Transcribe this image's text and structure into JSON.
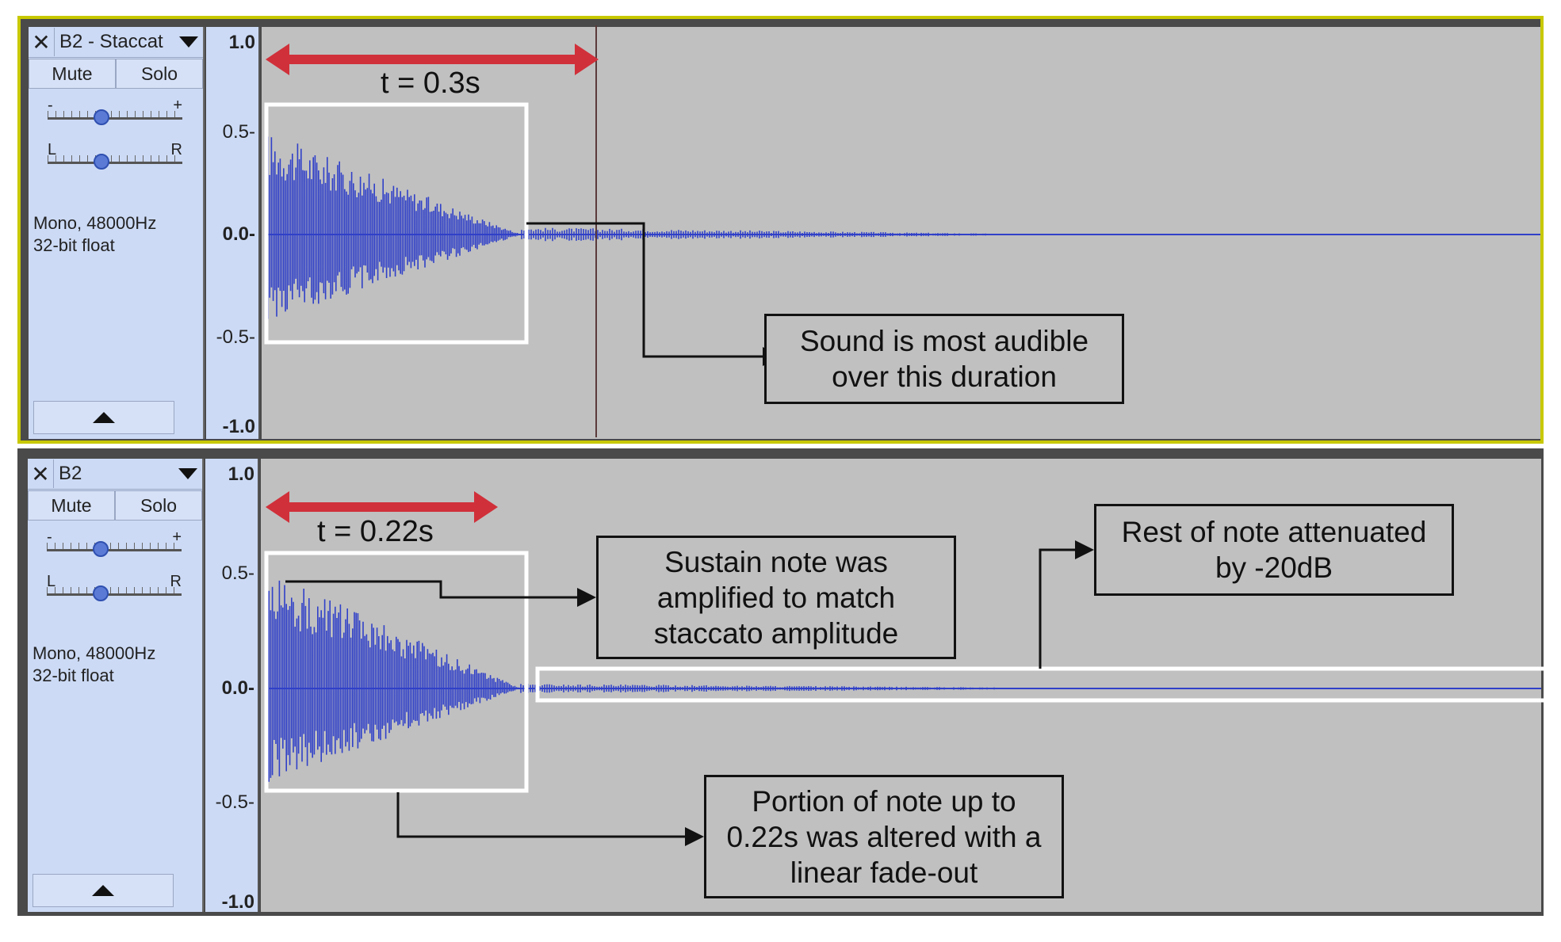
{
  "tracks": [
    {
      "name": "B2 - Staccat",
      "close_glyph": "✕",
      "mute_label": "Mute",
      "solo_label": "Solo",
      "gain": {
        "minus": "-",
        "plus": "+",
        "value": 0.4
      },
      "pan": {
        "left": "L",
        "right": "R",
        "value": 0.4
      },
      "format_line1": "Mono, 48000Hz",
      "format_line2": "32-bit float",
      "y_ticks": [
        "1.0",
        "0.5-",
        "0.0-",
        "-0.5-",
        "-1.0"
      ],
      "selected": true,
      "annotations": {
        "duration_label": "t = 0.3s",
        "box1": "Sound is most audible over this duration"
      }
    },
    {
      "name": "B2",
      "close_glyph": "✕",
      "mute_label": "Mute",
      "solo_label": "Solo",
      "gain": {
        "minus": "-",
        "plus": "+",
        "value": 0.4
      },
      "pan": {
        "left": "L",
        "right": "R",
        "value": 0.4
      },
      "format_line1": "Mono, 48000Hz",
      "format_line2": "32-bit float",
      "y_ticks": [
        "1.0",
        "0.5-",
        "0.0-",
        "-0.5-",
        "-1.0"
      ],
      "selected": false,
      "annotations": {
        "duration_label": "t = 0.22s",
        "box_sustain": "Sustain note was amplified to match staccato amplitude",
        "box_rest": "Rest of note attenuated by -20dB",
        "box_portion": "Portion of note up to 0.22s was altered with a linear fade-out"
      }
    }
  ],
  "colors": {
    "waveform": "#3040c8",
    "arrow_red": "#d0303a",
    "panel_bg": "#ccdaf5",
    "wave_bg": "#c0c0c0",
    "selected_border": "#c8c800"
  },
  "icons": {
    "close": "close-icon",
    "dropdown": "chevron-down-icon",
    "collapse": "collapse-up-icon"
  }
}
